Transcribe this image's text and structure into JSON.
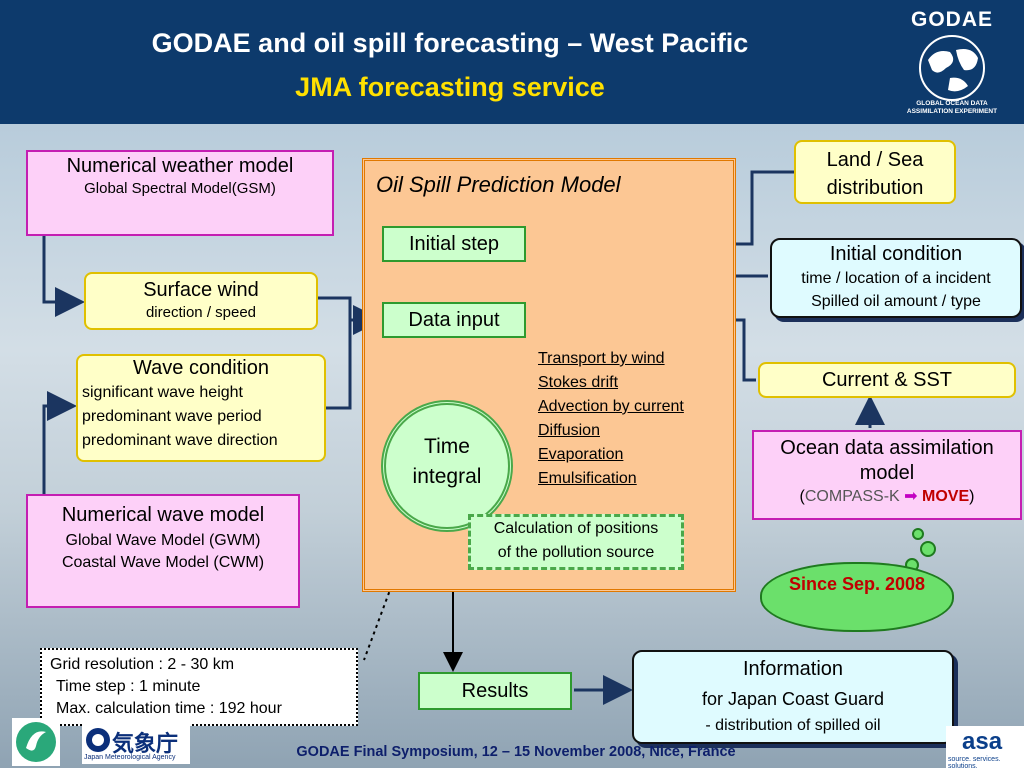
{
  "header": {
    "title_line1": "GODAE and oil spill forecasting – West Pacific",
    "title_line2": "JMA forecasting service",
    "logo_name": "GODAE",
    "logo_sub_line1": "GLOBAL OCEAN DATA",
    "logo_sub_line2": "ASSIMILATION EXPERIMENT"
  },
  "nodes": {
    "nwm_title": "Numerical weather model",
    "nwm_sub": "Global Spectral Model(GSM)",
    "wind_title": "Surface wind",
    "wind_sub": "direction / speed",
    "wave_title": "Wave condition",
    "wave_line1": "significant wave height",
    "wave_line2": "predominant wave period",
    "wave_line3": "predominant wave direction",
    "nwave_title": "Numerical wave model",
    "nwave_line1": "Global Wave Model (GWM)",
    "nwave_line2": "Coastal Wave Model (CWM)",
    "oil_title": "Oil Spill Prediction Model",
    "initial_step": "Initial step",
    "data_input": "Data input",
    "time_integral_1": "Time",
    "time_integral_2": "integral",
    "calc_line1": "Calculation of positions",
    "calc_line2": "of the pollution source",
    "results": "Results",
    "land_line1": "Land / Sea",
    "land_line2": "distribution",
    "init_title": "Initial condition",
    "init_line1": "time / location of a incident",
    "init_line2": "Spilled oil amount / type",
    "current": "Current & SST",
    "oda_line1": "Ocean data assimilation",
    "oda_line2": "model",
    "oda_paren_open": "(",
    "oda_from": "COMPASS-K",
    "oda_to": "MOVE",
    "oda_paren_close": ")",
    "since": "Since Sep. 2008",
    "info_title": "Information",
    "info_line1": "for Japan Coast Guard",
    "info_line2": "- distribution of spilled oil"
  },
  "processes": [
    "Transport by wind",
    "Stokes drift",
    "Advection by current",
    "Diffusion",
    "Evaporation",
    "Emulsification"
  ],
  "grid": [
    "Grid resolution : 2 - 30 km",
    "Time step : 1 minute",
    "Max. calculation time : 192 hour"
  ],
  "footer": {
    "text": "GODAE Final Symposium, 12 – 15 November 2008, Nice, France",
    "jma_kanji": "気象庁",
    "jma_english": "Japan Meteorological Agency",
    "nasa_text": "asa",
    "nasa_tagline": "source. services. solutions."
  },
  "colors": {
    "header_bg": "#0d3a6c",
    "title_highlight": "#ffe000",
    "oil_box": "#fcc794",
    "connector": "#1b3560",
    "move_text": "#c00000"
  }
}
